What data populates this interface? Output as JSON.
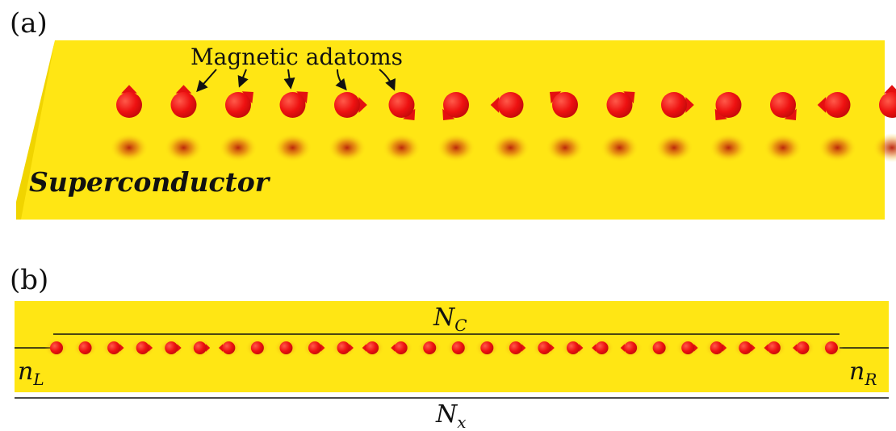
{
  "panel_a": {
    "label": "(a)",
    "substrate_label": "Superconductor",
    "annotation": "Magnetic adatoms",
    "spins": [
      "up",
      "up",
      "upright",
      "upright",
      "right",
      "downright",
      "downleft",
      "left",
      "upleft",
      "upright",
      "right",
      "downleft",
      "downright",
      "left",
      "up"
    ]
  },
  "panel_b": {
    "label": "(b)",
    "dimension_top": {
      "symbol": "N",
      "subscript": "C"
    },
    "dimension_bottom": {
      "symbol": "N",
      "subscript": "x"
    },
    "left_label": {
      "symbol": "n",
      "subscript": "L"
    },
    "right_label": {
      "symbol": "n",
      "subscript": "R"
    },
    "spins": [
      "none",
      "none",
      "right",
      "right",
      "right",
      "right",
      "left",
      "none",
      "none",
      "right",
      "right",
      "left",
      "left",
      "none",
      "none",
      "none",
      "right",
      "right",
      "right",
      "left",
      "left",
      "none",
      "right",
      "right",
      "right",
      "left",
      "left",
      "none"
    ]
  },
  "colors": {
    "substrate": "#ffe614",
    "substrate_edge": "#e6c800",
    "atom": "#ee1111",
    "atom_shadow": "#b81e0a",
    "ink": "#111111"
  }
}
